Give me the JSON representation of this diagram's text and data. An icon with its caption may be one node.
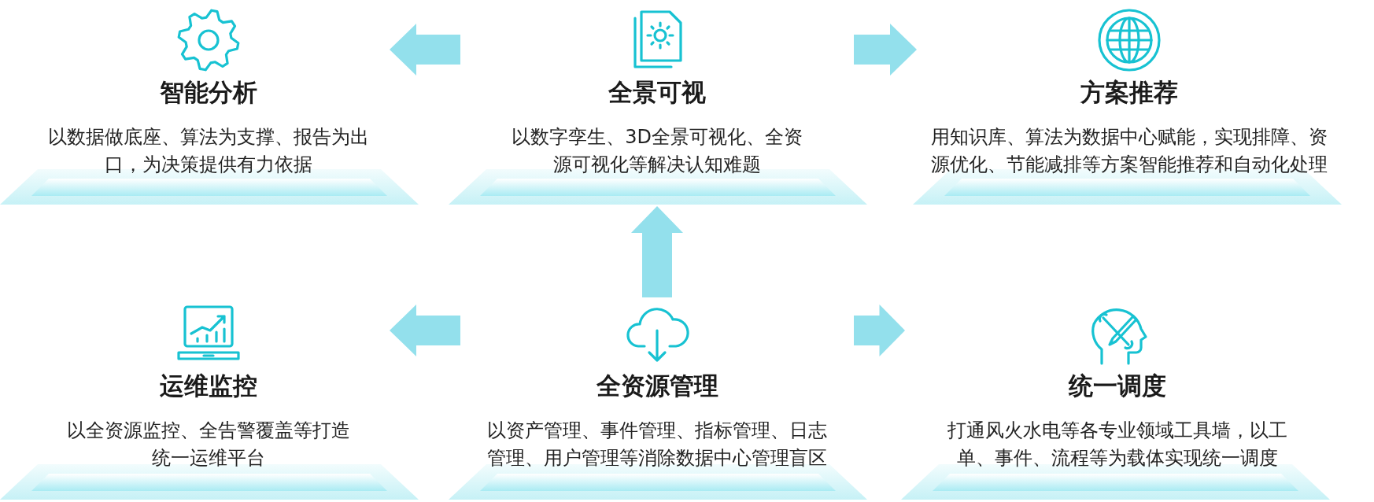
{
  "diagram": {
    "nodes": [
      {
        "text": [
          "智能分析",
          "以数据做底座、算法为支撑、报告为出口，为决策提供有力依据"
        ]
      },
      {
        "text": [
          "全景可视",
          "以数字孪生、3D全景可视化、全资源可视化等解决认知难题"
        ]
      },
      {
        "text": [
          "方案推荐",
          "用知识库、算法为数据中心赋能，实现排障、资源优化、节能减排等方案智能推荐和自动化处理"
        ]
      },
      {
        "text": [
          "运维监控",
          "以全资源监控、全告警覆盖等打造统一运维平台"
        ]
      },
      {
        "text": [
          "全资源管理",
          "以资产管理、事件管理、指标管理、日志管理、用户管理等消除数据中心管理盲区"
        ]
      },
      {
        "text": [
          "统一调度",
          "打通风火水电等各专业领域工具墙，以工单、事件、流程等为载体实现统一调度"
        ]
      }
    ],
    "edges": [
      {
        "from": 1,
        "to": 0,
        "arrow": "to"
      },
      {
        "from": 1,
        "to": 2,
        "arrow": "to"
      },
      {
        "from": 4,
        "to": 1,
        "arrow": "to"
      },
      {
        "from": 4,
        "to": 3,
        "arrow": "to"
      },
      {
        "from": 4,
        "to": 5,
        "arrow": "to"
      }
    ]
  }
}
